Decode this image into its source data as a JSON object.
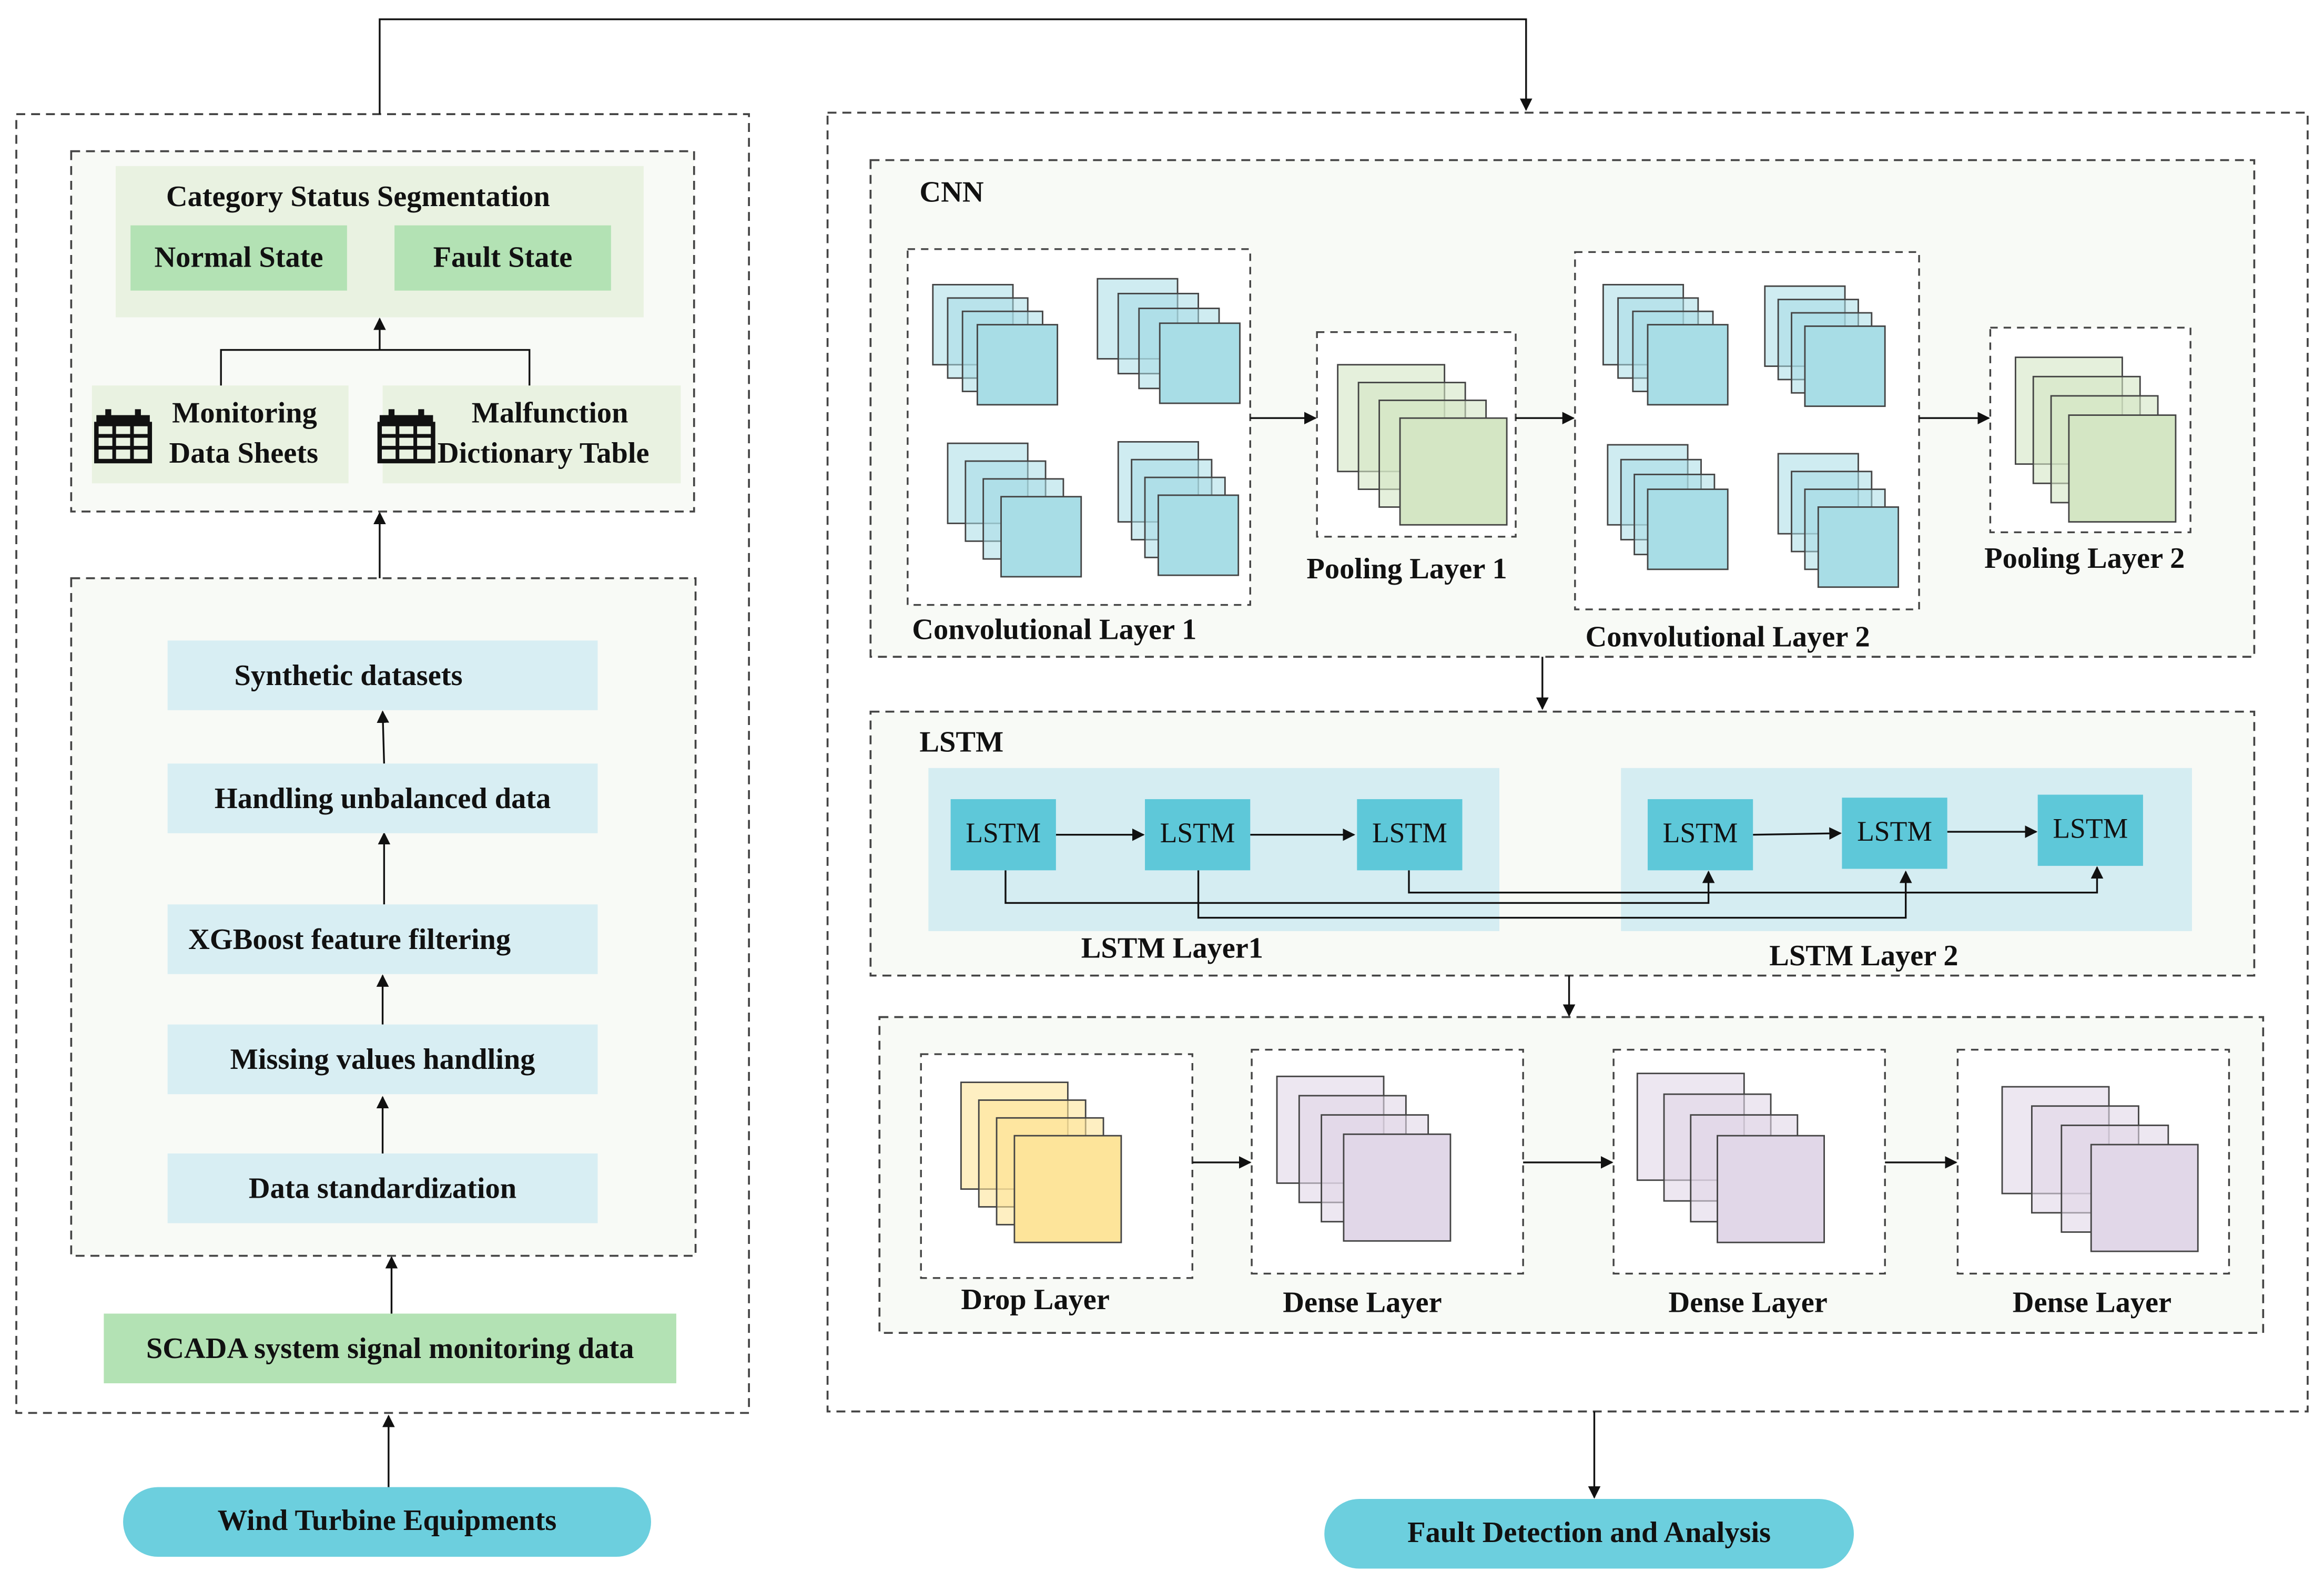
{
  "colors": {
    "light_blue_box": "#d8eef3",
    "green_box": "#b3e2b4",
    "panel_bg": "#e9f2e1",
    "pill": "#6ccfde",
    "lstm_cell": "#5ec8d9",
    "lstm_band": "#d5edf2",
    "cnn_square": "#a8dde6",
    "pool_square": "#d4e6c4",
    "drop_square": "#fde49a",
    "dense_square": "#e1d7e8"
  },
  "left": {
    "category_title": "Category Status Segmentation",
    "normal_state": "Normal State",
    "fault_state": "Fault State",
    "monitoring_sheets": [
      "Monitoring",
      "Data Sheets"
    ],
    "malfunction_table": [
      "Malfunction",
      "Dictionary Table"
    ],
    "steps": [
      "Synthetic datasets",
      "Handling unbalanced data",
      "XGBoost feature filtering",
      "Missing values handling",
      "Data standardization"
    ],
    "scada": "SCADA system signal monitoring data",
    "source": "Wind Turbine Equipments"
  },
  "cnn": {
    "title": "CNN",
    "conv1": "Convolutional Layer 1",
    "pool1": "Pooling Layer 1",
    "conv2": "Convolutional Layer 2",
    "pool2": "Pooling Layer 2"
  },
  "lstm": {
    "title": "LSTM",
    "cell": "LSTM",
    "layer1": "LSTM Layer1",
    "layer2": "LSTM Layer 2"
  },
  "dense_section": {
    "drop": "Drop Layer",
    "dense1": "Dense Layer",
    "dense2": "Dense Layer",
    "dense3": "Dense Layer"
  },
  "output": "Fault Detection and Analysis",
  "icons": [
    "table-icon",
    "table-icon"
  ]
}
